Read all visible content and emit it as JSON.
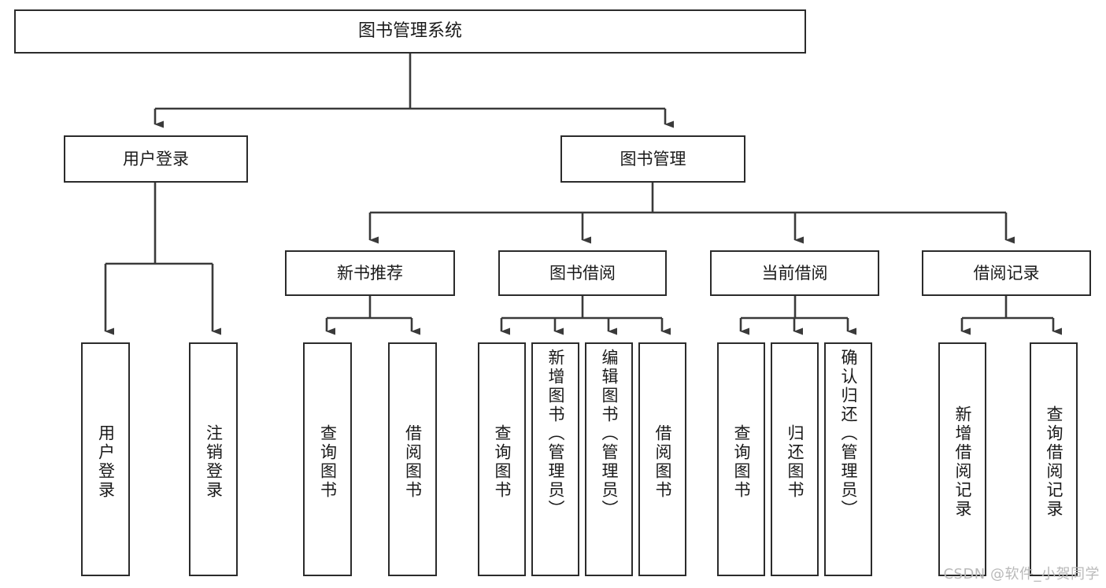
{
  "diagram": {
    "title_node": {
      "label": "图书管理系统"
    },
    "level2": [
      {
        "label": "用户登录"
      },
      {
        "label": "图书管理"
      }
    ],
    "level3": [
      {
        "label": "新书推荐"
      },
      {
        "label": "图书借阅"
      },
      {
        "label": "当前借阅"
      },
      {
        "label": "借阅记录"
      }
    ],
    "leaves": {
      "user_login": [
        {
          "label": "用户登录"
        },
        {
          "label": "注销登录"
        }
      ],
      "new_book": [
        {
          "label": "查询图书"
        },
        {
          "label": "借阅图书"
        }
      ],
      "borrow_book": [
        {
          "label": "查询图书"
        },
        {
          "label": "新增图书（管理员）"
        },
        {
          "label": "编辑图书（管理员）"
        },
        {
          "label": "借阅图书"
        }
      ],
      "current_borrow": [
        {
          "label": "查询图书"
        },
        {
          "label": "归还图书"
        },
        {
          "label": "确认归还（管理员）"
        }
      ],
      "borrow_record": [
        {
          "label": "新增借阅记录"
        },
        {
          "label": "查询借阅记录"
        }
      ]
    }
  },
  "watermark": {
    "text": "CSDN @软件_小贺同学"
  },
  "colors": {
    "box_border": "#2b2b2b",
    "box_fill": "#ffffff",
    "connector": "#3a3a3a",
    "text": "#1a1a1a",
    "watermark": "#b9b9b9",
    "background": "#ffffff"
  }
}
